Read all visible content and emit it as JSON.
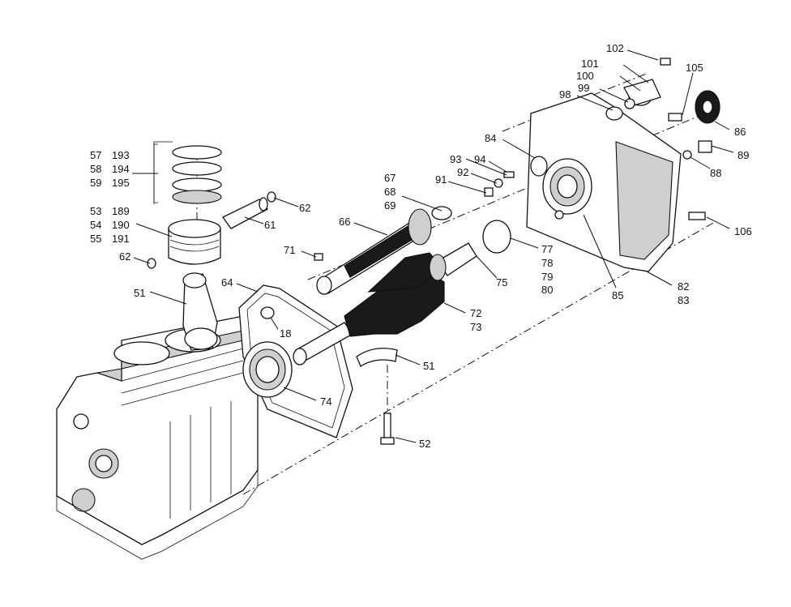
{
  "labels": {
    "l102": "102",
    "l101": "101",
    "l100": "100",
    "l105": "105",
    "l99": "99",
    "l98": "98",
    "l86": "86",
    "l89": "89",
    "l88": "88",
    "l84": "84",
    "l93": "93",
    "l94": "94",
    "l92": "92",
    "l91": "91",
    "l67": "67",
    "l68": "68",
    "l69": "69",
    "l57": "57",
    "l193": "193",
    "l58": "58",
    "l194": "194",
    "l59": "59",
    "l195": "195",
    "l62a": "62",
    "l53": "53",
    "l189": "189",
    "l54": "54",
    "l190": "190",
    "l55": "55",
    "l191": "191",
    "l61": "61",
    "l62b": "62",
    "l66": "66",
    "l71": "71",
    "l77": "77",
    "l78": "78",
    "l79": "79",
    "l80": "80",
    "l106": "106",
    "l75": "75",
    "l85": "85",
    "l82": "82",
    "l83": "83",
    "l51a": "51",
    "l64": "64",
    "l18": "18",
    "l72": "72",
    "l73": "73",
    "l51b": "51",
    "l74": "74",
    "l52": "52"
  }
}
